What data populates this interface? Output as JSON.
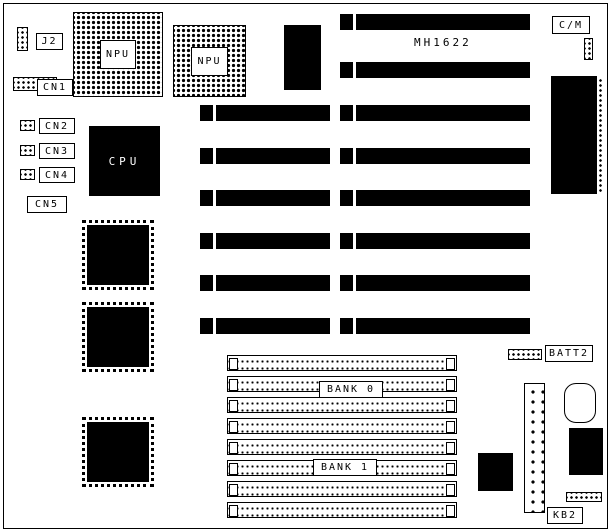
{
  "diagram": {
    "model": "MH1622",
    "npu_label": "NPU",
    "cpu_label": "CPU",
    "connectors": {
      "j2": "J2",
      "cn1": "CN1",
      "cn2": "CN2",
      "cn3": "CN3",
      "cn4": "CN4",
      "cn5": "CN5",
      "cm": "C/M",
      "batt2": "BATT2",
      "kb2": "KB2"
    },
    "memory": {
      "bank0": "BANK 0",
      "bank1": "BANK 1"
    },
    "colors": {
      "ink": "#000000",
      "paper": "#ffffff"
    }
  }
}
